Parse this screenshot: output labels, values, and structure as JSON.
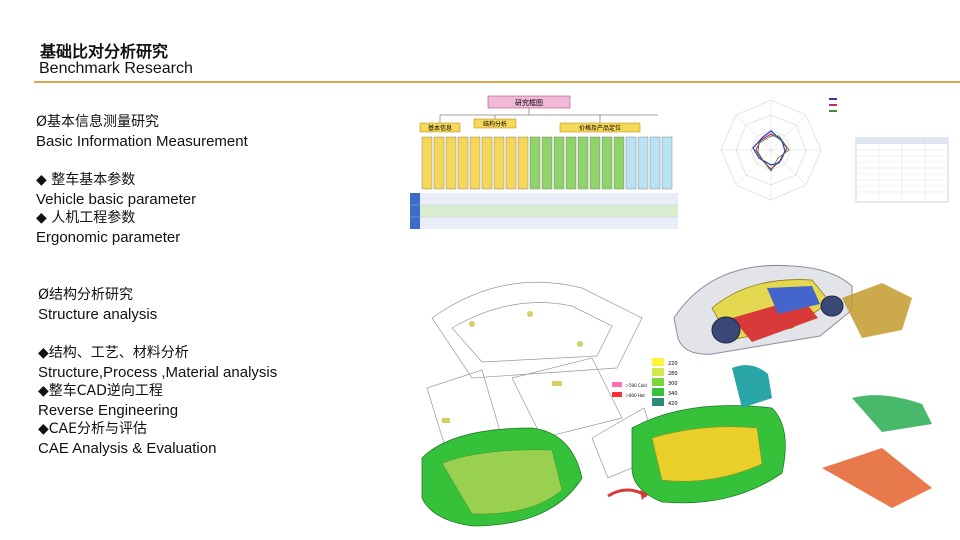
{
  "header": {
    "title_zh": "基础比对分析研究",
    "title_en": "Benchmark Research"
  },
  "sections": {
    "basic": {
      "heading_zh": "Ø基本信息测量研究",
      "heading_en": "Basic Information Measurement",
      "item1_zh": "◆ 整车基本参数",
      "item1_en": "Vehicle basic parameter",
      "item2_zh": "◆ 人机工程参数",
      "item2_en": "Ergonomic parameter"
    },
    "structure": {
      "heading_zh": "Ø结构分析研究",
      "heading_en": "Structure analysis",
      "item1_zh": "◆结构、工艺、材料分析",
      "item1_en": "Structure,Process ,Material analysis",
      "item2_zh": "◆整车CAD逆向工程",
      "item2_en": "Reverse Engineering",
      "item3_zh": "◆CAE分析与评估",
      "item3_en": "CAE Analysis & Evaluation"
    }
  },
  "figures": {
    "table_chart": {
      "root_label": "研究框图",
      "group1": "基本信息",
      "group2": "结构分析",
      "group3": "价格及产品定位"
    },
    "strength_legend": [
      "220",
      "280",
      "300",
      "340",
      "420"
    ],
    "strength_legend_extra": [
      "＞590 Cold",
      "＞800 Hot"
    ]
  },
  "colors": {
    "accent_line": "#dca84e",
    "header_box": "#f2b8d8",
    "group_box": "#f5d85a",
    "green_mesh": "#35c23a",
    "yellow_body": "#e4d850",
    "blue_body": "#4466cc",
    "red_parts": "#d83a3a"
  }
}
